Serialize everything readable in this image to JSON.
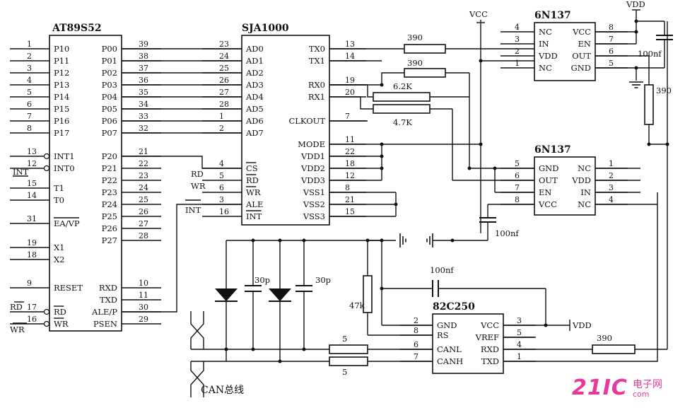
{
  "chips": {
    "mcu": "AT89S52",
    "sja": "SJA1000",
    "opto_top": "6N137",
    "opto_bottom": "6N137",
    "transceiver": "82C250"
  },
  "nets": {
    "vcc": "VCC",
    "vdd_top": "VDD",
    "vdd_trx": "VDD",
    "can_bus": "CAN总线",
    "ext_int_bar": "INT",
    "ext_rd": "RD",
    "ext_wr_bar": "WR",
    "sja_rd": "RD",
    "sja_wr": "WR",
    "sja_int": "INT"
  },
  "components": {
    "r_tx0": "390",
    "r_rx0": "390",
    "r_62k": "6.2K",
    "r_47k": "4.7K",
    "r_opto": "390",
    "c_top": "100nf",
    "c_mid": "100nf",
    "c_trx": "100nf",
    "c_30p_1": "30p",
    "c_30p_2": "30p",
    "r_rs": "47k",
    "r_canl": "5",
    "r_canh": "5",
    "r_rxd": "390"
  },
  "mcu_left": [
    {
      "num": "1",
      "label": "P10"
    },
    {
      "num": "2",
      "label": "P11"
    },
    {
      "num": "3",
      "label": "P12"
    },
    {
      "num": "4",
      "label": "P13"
    },
    {
      "num": "5",
      "label": "P14"
    },
    {
      "num": "6",
      "label": "P15"
    },
    {
      "num": "7",
      "label": "P16"
    },
    {
      "num": "8",
      "label": "P17"
    },
    {
      "num": "13",
      "label": "INT1"
    },
    {
      "num": "12",
      "label": "INT0"
    },
    {
      "num": "15",
      "label": "T1"
    },
    {
      "num": "14",
      "label": "T0"
    },
    {
      "num": "31",
      "label": "EA/VP"
    },
    {
      "num": "19",
      "label": "X1"
    },
    {
      "num": "18",
      "label": "X2"
    },
    {
      "num": "9",
      "label": "RESET"
    },
    {
      "num": "17",
      "label": "RD"
    },
    {
      "num": "16",
      "label": "WR"
    }
  ],
  "mcu_right": [
    {
      "num": "39",
      "label": "P00"
    },
    {
      "num": "38",
      "label": "P01"
    },
    {
      "num": "37",
      "label": "P02"
    },
    {
      "num": "36",
      "label": "P03"
    },
    {
      "num": "35",
      "label": "P04"
    },
    {
      "num": "34",
      "label": "P05"
    },
    {
      "num": "33",
      "label": "P06"
    },
    {
      "num": "32",
      "label": "P07"
    },
    {
      "num": "21",
      "label": "P20"
    },
    {
      "num": "22",
      "label": "P21"
    },
    {
      "num": "23",
      "label": "P22"
    },
    {
      "num": "24",
      "label": "P23"
    },
    {
      "num": "25",
      "label": "P24"
    },
    {
      "num": "26",
      "label": "P25"
    },
    {
      "num": "27",
      "label": "P26"
    },
    {
      "num": "28",
      "label": "P27"
    },
    {
      "num": "10",
      "label": "RXD"
    },
    {
      "num": "11",
      "label": "TXD"
    },
    {
      "num": "30",
      "label": "ALE/P"
    },
    {
      "num": "29",
      "label": "PSEN"
    }
  ],
  "sja_left": [
    {
      "num": "23",
      "label": "AD0"
    },
    {
      "num": "24",
      "label": "AD1"
    },
    {
      "num": "25",
      "label": "AD2"
    },
    {
      "num": "26",
      "label": "AD3"
    },
    {
      "num": "27",
      "label": "AD4"
    },
    {
      "num": "28",
      "label": "AD5"
    },
    {
      "num": "1",
      "label": "AD6"
    },
    {
      "num": "2",
      "label": "AD7"
    },
    {
      "num": "4",
      "label": "CS"
    },
    {
      "num": "5",
      "label": "RD"
    },
    {
      "num": "6",
      "label": "WR"
    },
    {
      "num": "3",
      "label": "ALE"
    },
    {
      "num": "16",
      "label": "INT"
    }
  ],
  "sja_right": [
    {
      "num": "13",
      "label": "TX0"
    },
    {
      "num": "14",
      "label": "TX1"
    },
    {
      "num": "19",
      "label": "RX0"
    },
    {
      "num": "20",
      "label": "RX1"
    },
    {
      "num": "7",
      "label": "CLKOUT"
    },
    {
      "num": "11",
      "label": "MODE"
    },
    {
      "num": "22",
      "label": "VDD1"
    },
    {
      "num": "18",
      "label": "VDD2"
    },
    {
      "num": "12",
      "label": "VDD3"
    },
    {
      "num": "8",
      "label": "VSS1"
    },
    {
      "num": "21",
      "label": "VSS2"
    },
    {
      "num": "15",
      "label": "VSS3"
    }
  ],
  "opto1_left": [
    {
      "num": "4",
      "label": "NC"
    },
    {
      "num": "3",
      "label": "IN"
    },
    {
      "num": "2",
      "label": "VDD"
    },
    {
      "num": "1",
      "label": "NC"
    }
  ],
  "opto1_right": [
    {
      "num": "8",
      "label": "VCC"
    },
    {
      "num": "7",
      "label": "EN"
    },
    {
      "num": "6",
      "label": "OUT"
    },
    {
      "num": "5",
      "label": "GND"
    }
  ],
  "opto2_left": [
    {
      "num": "5",
      "label": "GND"
    },
    {
      "num": "6",
      "label": "OUT"
    },
    {
      "num": "7",
      "label": "EN"
    },
    {
      "num": "8",
      "label": "VCC"
    }
  ],
  "opto2_right": [
    {
      "num": "1",
      "label": "NC"
    },
    {
      "num": "2",
      "label": "VDD"
    },
    {
      "num": "3",
      "label": "IN"
    },
    {
      "num": "4",
      "label": "NC"
    }
  ],
  "trx_left": [
    {
      "num": "2",
      "label": "GND"
    },
    {
      "num": "8",
      "label": "RS"
    },
    {
      "num": "6",
      "label": "CANL"
    },
    {
      "num": "7",
      "label": "CANH"
    }
  ],
  "trx_right": [
    {
      "num": "3",
      "label": "VCC"
    },
    {
      "num": "5",
      "label": "VREF"
    },
    {
      "num": "4",
      "label": "RXD"
    },
    {
      "num": "1",
      "label": "TXD"
    }
  ],
  "watermark": {
    "logo": "21IC",
    "cn": "电子网",
    "url": "com"
  }
}
